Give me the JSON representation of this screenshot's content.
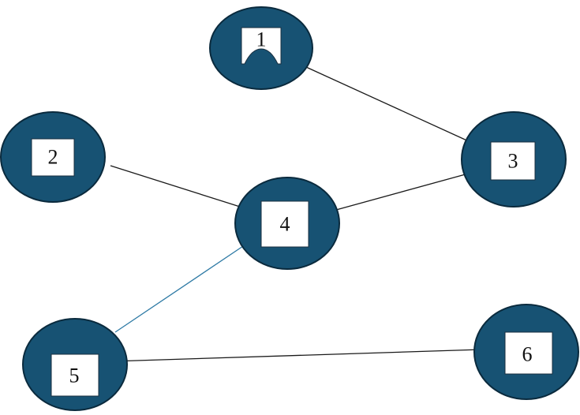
{
  "diagram": {
    "colors": {
      "node_fill": "#175273",
      "node_stroke": "#0a2a3d",
      "edge_default": "#1a1a1a",
      "edge_highlight": "#2e7aa5",
      "label_box": "#ffffff"
    },
    "nodes": [
      {
        "id": "1",
        "label": "1"
      },
      {
        "id": "2",
        "label": "2"
      },
      {
        "id": "3",
        "label": "3"
      },
      {
        "id": "4",
        "label": "4"
      },
      {
        "id": "5",
        "label": "5"
      },
      {
        "id": "6",
        "label": "6"
      }
    ],
    "edges": [
      {
        "from": "1",
        "to": "3",
        "color": "edge_default"
      },
      {
        "from": "2",
        "to": "4",
        "color": "edge_default"
      },
      {
        "from": "4",
        "to": "3",
        "color": "edge_default"
      },
      {
        "from": "4",
        "to": "5",
        "color": "edge_highlight"
      },
      {
        "from": "5",
        "to": "6",
        "color": "edge_default"
      }
    ]
  }
}
